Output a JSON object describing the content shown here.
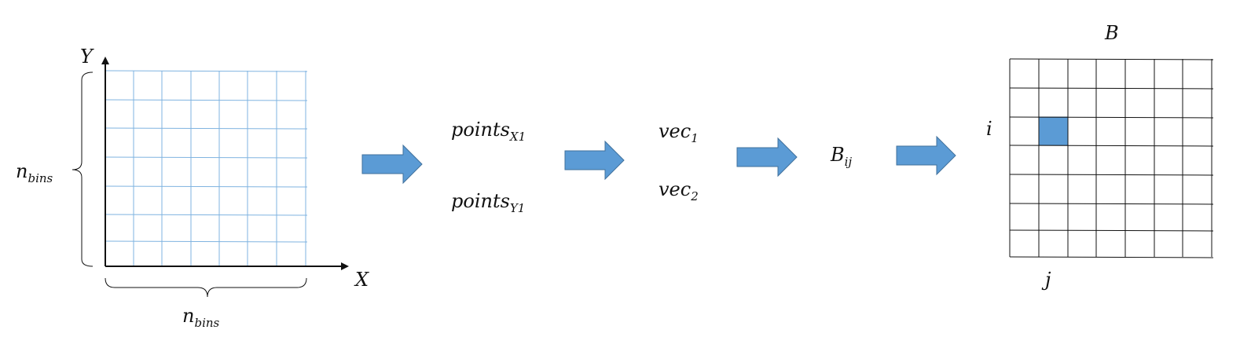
{
  "colors": {
    "blue_grid": "#7fb3e0",
    "arrow_fill": "#5b9bd5",
    "arrow_stroke": "#41719c",
    "highlight_cell": "#5b9bd5",
    "black": "#111111"
  },
  "grid_left": {
    "axis_y_label": "Y",
    "axis_x_label": "X",
    "nbins_left": {
      "base": "n",
      "sub": "bins"
    },
    "nbins_bottom": {
      "base": "n",
      "sub": "bins"
    }
  },
  "stage_points": {
    "x": {
      "base": "points",
      "sub": "X1"
    },
    "y": {
      "base": "points",
      "sub": "Y1"
    }
  },
  "stage_vec": {
    "v1": {
      "base": "vec",
      "sub": "1"
    },
    "v2": {
      "base": "vec",
      "sub": "2"
    }
  },
  "stage_bij": {
    "base": "B",
    "sub": "ij"
  },
  "matrix": {
    "title": "B",
    "row_label": "i",
    "col_label": "j"
  },
  "icons": [
    "arrow-right-icon",
    "arrow-right-icon",
    "arrow-right-icon",
    "arrow-right-icon"
  ]
}
